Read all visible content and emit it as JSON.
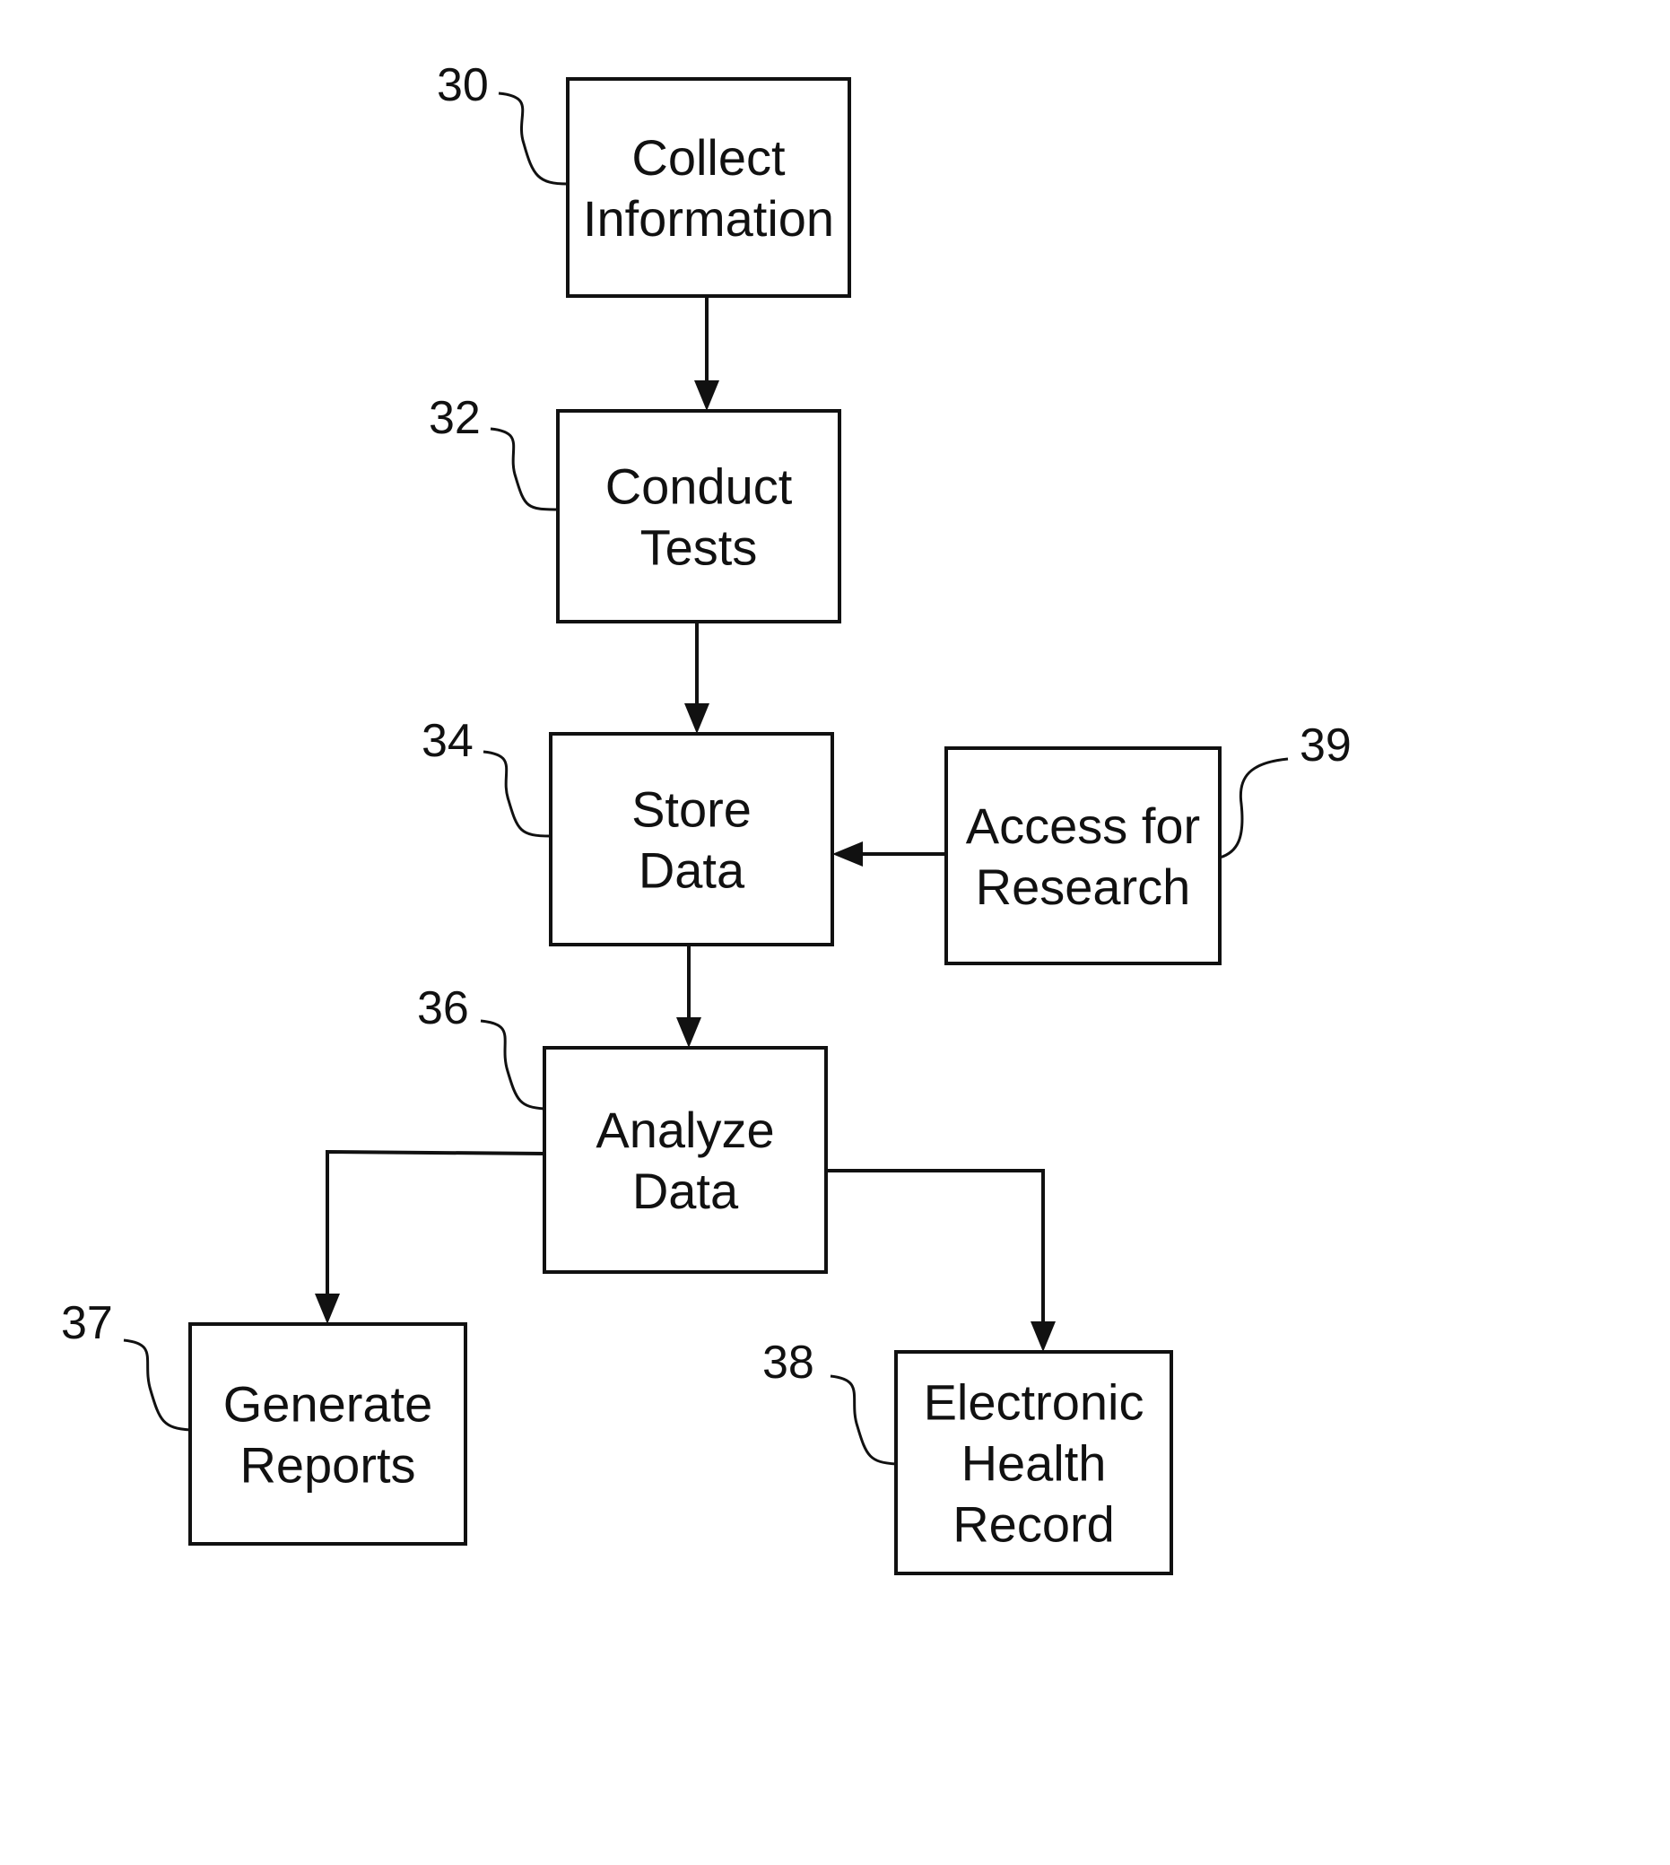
{
  "diagram": {
    "nodes": [
      {
        "id": "collect_information",
        "ref": "30",
        "lines": [
          "Collect",
          "Information"
        ]
      },
      {
        "id": "conduct_tests",
        "ref": "32",
        "lines": [
          "Conduct",
          "Tests"
        ]
      },
      {
        "id": "store_data",
        "ref": "34",
        "lines": [
          "Store",
          "Data"
        ]
      },
      {
        "id": "access_for_research",
        "ref": "39",
        "lines": [
          "Access for",
          "Research"
        ]
      },
      {
        "id": "analyze_data",
        "ref": "36",
        "lines": [
          "Analyze",
          "Data"
        ]
      },
      {
        "id": "generate_reports",
        "ref": "37",
        "lines": [
          "Generate",
          "Reports"
        ]
      },
      {
        "id": "electronic_health_record",
        "ref": "38",
        "lines": [
          "Electronic",
          "Health",
          "Record"
        ]
      }
    ],
    "edges": [
      {
        "from": "collect_information",
        "to": "conduct_tests"
      },
      {
        "from": "conduct_tests",
        "to": "store_data"
      },
      {
        "from": "access_for_research",
        "to": "store_data"
      },
      {
        "from": "store_data",
        "to": "analyze_data"
      },
      {
        "from": "analyze_data",
        "to": "generate_reports"
      },
      {
        "from": "analyze_data",
        "to": "electronic_health_record"
      }
    ]
  }
}
